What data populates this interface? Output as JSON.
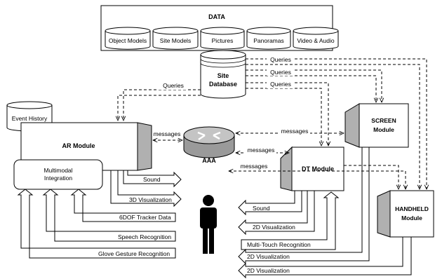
{
  "data_box": {
    "title": "DATA",
    "sources": [
      "Object Models",
      "Site Models",
      "Pictures",
      "Panoramas",
      "Video & Audio"
    ]
  },
  "site_database": {
    "line1": "Site",
    "line2": "Database"
  },
  "event_history": "Event History",
  "ar_module": "AR Module",
  "multimodal": {
    "line1": "Multimodal",
    "line2": "Integration"
  },
  "aaa": "AAA",
  "screen_module": {
    "line1": "SCREEN",
    "line2": "Module"
  },
  "dt_module": "DT Module",
  "handheld_module": {
    "line1": "HANDHELD",
    "line2": "Module"
  },
  "labels": {
    "queries": "Queries",
    "messages": "messages"
  },
  "ar_outputs": [
    "Sound",
    "3D Visualization"
  ],
  "ar_inputs": [
    "6DOF Tracker Data",
    "Speech Recognition",
    "Glove Gesture Recognition"
  ],
  "dt_outputs": [
    "Sound",
    "2D Visualization"
  ],
  "dt_inputs": [
    "Multi-Touch Recognition"
  ],
  "screen_outputs": [
    "2D Visualization"
  ],
  "handheld_outputs": [
    "2D Visualization"
  ]
}
